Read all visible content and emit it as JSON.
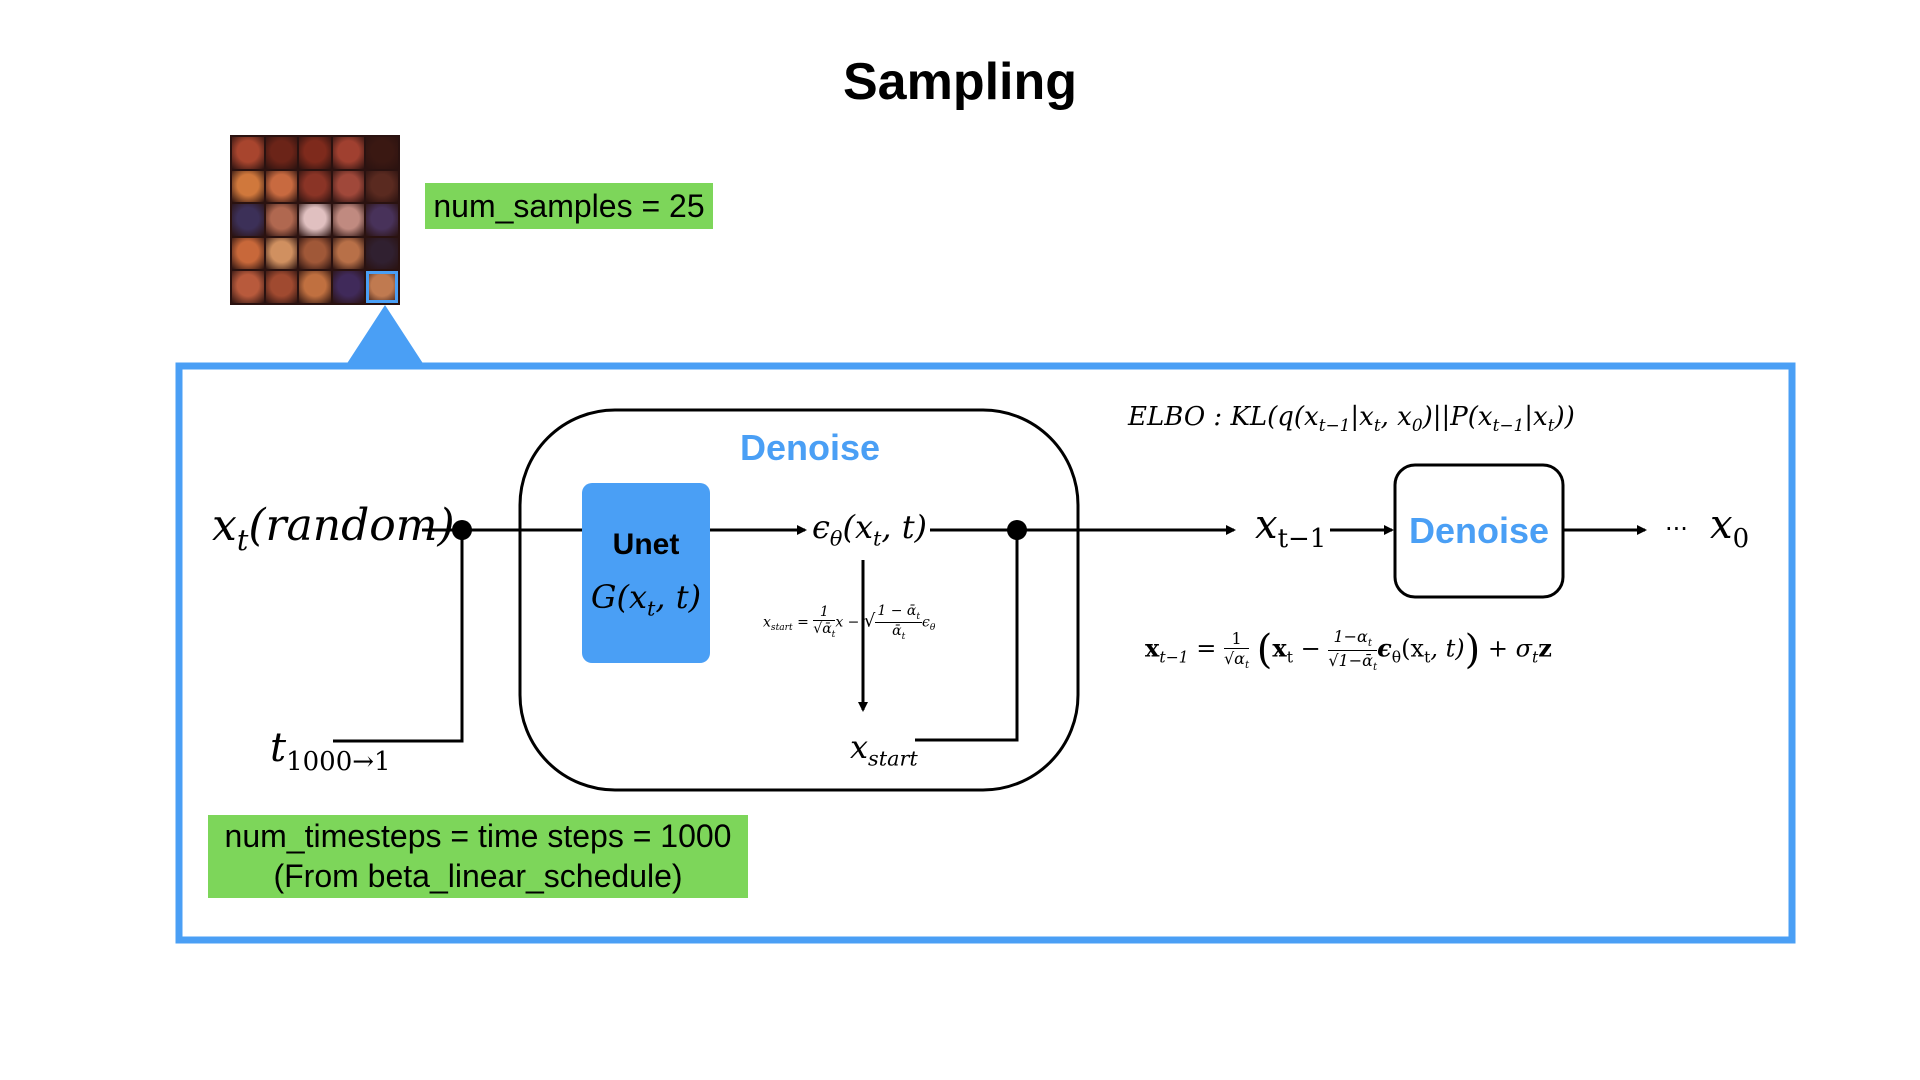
{
  "title": "Sampling",
  "samples_label": "num_samples = 25",
  "timesteps_label_line1": "num_timesteps = time steps = 1000",
  "timesteps_label_line2": "(From beta_linear_schedule)",
  "denoise_label": "Denoise",
  "denoise_small_label": "Denoise",
  "unet_label": "Unet",
  "unet_fn": "G(x",
  "unet_fn_sub": "t",
  "unet_fn_tail": ", t)",
  "x_t_main": "x",
  "x_t_sub": "t",
  "x_t_tail": "(random)",
  "t_main": "t",
  "t_sub": "1000→1",
  "eps_main": "ϵ",
  "eps_sub": "θ",
  "eps_tail_1": "(x",
  "eps_tail_sub": "t",
  "eps_tail_2": ", t)",
  "xstart_main": "x",
  "xstart_sub": "start",
  "xtm1_main": "x",
  "xtm1_sub": "t−1",
  "ellipsis": "···",
  "x0_main": "x",
  "x0_sub": "0",
  "elbo": "ELBO : KL(q(x",
  "elbo_sub1": "t−1",
  "elbo_mid1": "|x",
  "elbo_sub2": "t",
  "elbo_mid2": ", x",
  "elbo_sub3": "0",
  "elbo_mid3": ")||P(x",
  "elbo_sub4": "t−1",
  "elbo_mid4": "|x",
  "elbo_sub5": "t",
  "elbo_end": "))",
  "xstart_formula": {
    "lhs": "x",
    "lhs_sub": "start",
    "eq": " = ",
    "frac_num": "1",
    "frac_den": "√ᾱ",
    "frac_den_sub": "t",
    "x": "x",
    "minus": " − ",
    "sqrt_num": "1 − ᾱ",
    "sqrt_num_sub": "t",
    "sqrt_den": "ᾱ",
    "sqrt_den_sub": "t",
    "eps": "ϵ",
    "eps_sub": "θ"
  },
  "update_formula": {
    "lhs": "x",
    "lhs_sub": "t−1",
    "eq": " = ",
    "frac1_num": "1",
    "frac1_den": "√α",
    "frac1_den_sub": "t",
    "open": "(",
    "xt": "x",
    "xt_sub": "t",
    "minus": " − ",
    "frac2_num": "1−α",
    "frac2_num_sub": "t",
    "frac2_den": "√1−ᾱ",
    "frac2_den_sub": "t",
    "eps": "ϵ",
    "eps_sub": "θ",
    "eps_args": "(x",
    "eps_args_sub": "t",
    "eps_args_tail": ", t)",
    "close": ")",
    "plus": " + σ",
    "sigma_sub": "t",
    "z": "z"
  },
  "colors": {
    "accent_blue": "#4a9ff5",
    "label_green": "#7dd65a"
  },
  "sample_grid_colors": [
    "#a8452e",
    "#6b2418",
    "#7e2a1c",
    "#a04030",
    "#3a1812",
    "#d0783c",
    "#c86a40",
    "#8a3426",
    "#a0483a",
    "#5a2a20",
    "#3c3058",
    "#b06850",
    "#e0c0c0",
    "#c08a80",
    "#48325a",
    "#c8683a",
    "#d09060",
    "#a05838",
    "#b87048",
    "#302030",
    "#b85a3c",
    "#a04a30",
    "#c07040",
    "#402a5a",
    "#c07a50"
  ]
}
